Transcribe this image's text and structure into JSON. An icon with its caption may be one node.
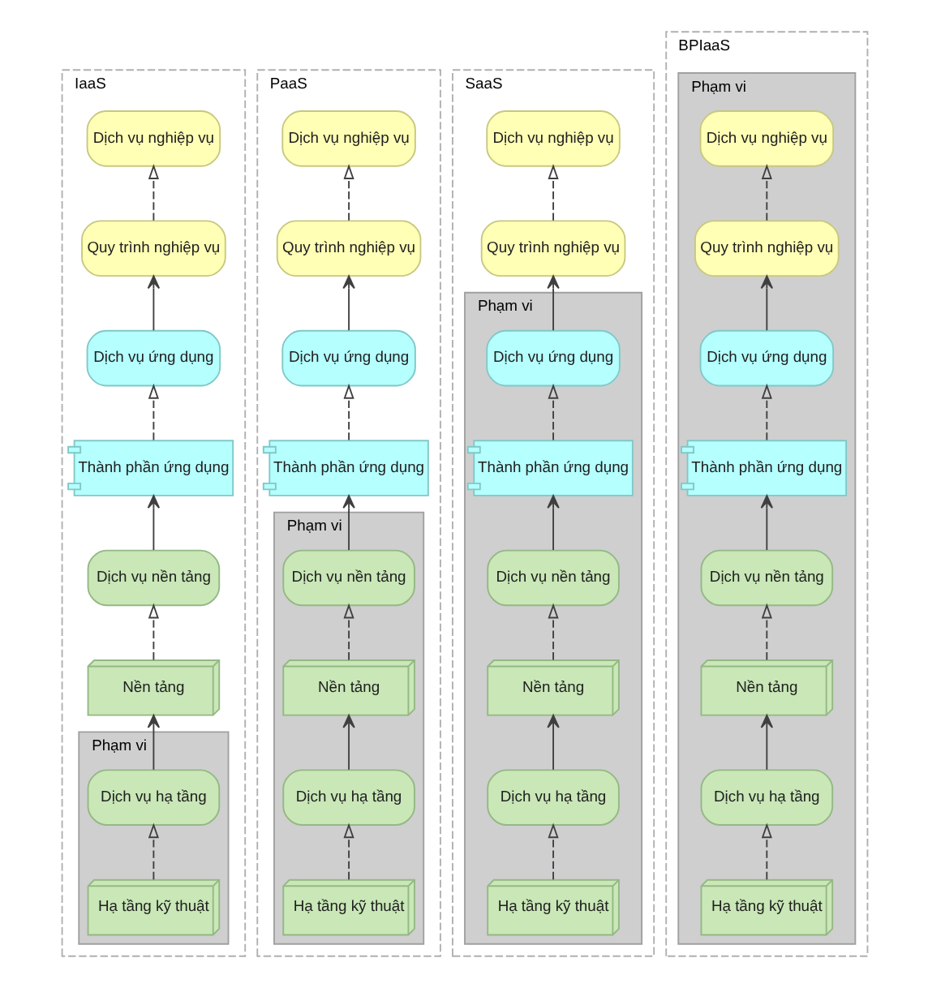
{
  "diagram": {
    "nodes": [
      {
        "text": [
          "IaaS"
        ]
      },
      {
        "text": [
          "Dịch vụ nghiệp vụ"
        ],
        "in": 0
      },
      {
        "text": [
          "Quy trình nghiệp vụ"
        ],
        "in": 0
      },
      {
        "text": [
          "Dịch vụ ứng dụng"
        ],
        "in": 0
      },
      {
        "text": [
          "Thành phần ứng dụng"
        ],
        "in": 0
      },
      {
        "text": [
          "Dịch vụ nền tảng"
        ],
        "in": 0
      },
      {
        "text": [
          "Nền tảng"
        ],
        "in": 0
      },
      {
        "text": [
          "Phạm vi"
        ],
        "in": 0
      },
      {
        "text": [
          "Dịch vụ hạ tầng"
        ],
        "in": 7
      },
      {
        "text": [
          "Hạ tầng kỹ thuật"
        ],
        "in": 7
      },
      {
        "text": [
          "PaaS"
        ]
      },
      {
        "text": [
          "Dịch vụ nghiệp vụ"
        ],
        "in": 10
      },
      {
        "text": [
          "Quy trình nghiệp vụ"
        ],
        "in": 10
      },
      {
        "text": [
          "Dịch vụ ứng dụng"
        ],
        "in": 10
      },
      {
        "text": [
          "Thành phần ứng dụng"
        ],
        "in": 10
      },
      {
        "text": [
          "Phạm vi"
        ],
        "in": 10
      },
      {
        "text": [
          "Dịch vụ nền tảng"
        ],
        "in": 15
      },
      {
        "text": [
          "Nền tảng"
        ],
        "in": 15
      },
      {
        "text": [
          "Dịch vụ hạ tầng"
        ],
        "in": 15
      },
      {
        "text": [
          "Hạ tầng kỹ thuật"
        ],
        "in": 15
      },
      {
        "text": [
          "SaaS"
        ]
      },
      {
        "text": [
          "Dịch vụ nghiệp vụ"
        ],
        "in": 20
      },
      {
        "text": [
          "Quy trình nghiệp vụ"
        ],
        "in": 20
      },
      {
        "text": [
          "Phạm vi"
        ],
        "in": 20
      },
      {
        "text": [
          "Dịch vụ ứng dụng"
        ],
        "in": 23
      },
      {
        "text": [
          "Thành phần ứng dụng"
        ],
        "in": 23
      },
      {
        "text": [
          "Dịch vụ nền tảng"
        ],
        "in": 23
      },
      {
        "text": [
          "Nền tảng"
        ],
        "in": 23
      },
      {
        "text": [
          "Dịch vụ hạ tầng"
        ],
        "in": 23
      },
      {
        "text": [
          "Hạ tầng kỹ thuật"
        ],
        "in": 23
      },
      {
        "text": [
          "BPIaaS"
        ]
      },
      {
        "text": [
          "Phạm vi"
        ],
        "in": 30
      },
      {
        "text": [
          "Dịch vụ nghiệp vụ"
        ],
        "in": 31
      },
      {
        "text": [
          "Quy trình nghiệp vụ"
        ],
        "in": 31
      },
      {
        "text": [
          "Dịch vụ ứng dụng"
        ],
        "in": 31
      },
      {
        "text": [
          "Thành phần ứng dụng"
        ],
        "in": 31
      },
      {
        "text": [
          "Dịch vụ nền tảng"
        ],
        "in": 31
      },
      {
        "text": [
          "Nền tảng"
        ],
        "in": 31
      },
      {
        "text": [
          "Dịch vụ hạ tầng"
        ],
        "in": 31
      },
      {
        "text": [
          "Hạ tầng kỹ thuật"
        ],
        "in": 31
      }
    ],
    "edges": [
      {
        "from": 2,
        "to": 1,
        "arrow": "to",
        "style": "dashed"
      },
      {
        "from": 3,
        "to": 2,
        "arrow": "to"
      },
      {
        "from": 4,
        "to": 3,
        "arrow": "to",
        "style": "dashed"
      },
      {
        "from": 5,
        "to": 4,
        "arrow": "to"
      },
      {
        "from": 6,
        "to": 5,
        "arrow": "to",
        "style": "dashed"
      },
      {
        "from": 8,
        "to": 6,
        "arrow": "to"
      },
      {
        "from": 9,
        "to": 8,
        "arrow": "to",
        "style": "dashed"
      },
      {
        "from": 12,
        "to": 11,
        "arrow": "to",
        "style": "dashed"
      },
      {
        "from": 13,
        "to": 12,
        "arrow": "to"
      },
      {
        "from": 14,
        "to": 13,
        "arrow": "to",
        "style": "dashed"
      },
      {
        "from": 16,
        "to": 14,
        "arrow": "to"
      },
      {
        "from": 17,
        "to": 16,
        "arrow": "to",
        "style": "dashed"
      },
      {
        "from": 18,
        "to": 17,
        "arrow": "to"
      },
      {
        "from": 19,
        "to": 18,
        "arrow": "to",
        "style": "dashed"
      },
      {
        "from": 22,
        "to": 21,
        "arrow": "to",
        "style": "dashed"
      },
      {
        "from": 24,
        "to": 22,
        "arrow": "to"
      },
      {
        "from": 25,
        "to": 24,
        "arrow": "to",
        "style": "dashed"
      },
      {
        "from": 26,
        "to": 25,
        "arrow": "to"
      },
      {
        "from": 27,
        "to": 26,
        "arrow": "to",
        "style": "dashed"
      },
      {
        "from": 28,
        "to": 27,
        "arrow": "to"
      },
      {
        "from": 29,
        "to": 28,
        "arrow": "to",
        "style": "dashed"
      },
      {
        "from": 33,
        "to": 32,
        "arrow": "to",
        "style": "dashed"
      },
      {
        "from": 34,
        "to": 33,
        "arrow": "to"
      },
      {
        "from": 35,
        "to": 34,
        "arrow": "to",
        "style": "dashed"
      },
      {
        "from": 36,
        "to": 35,
        "arrow": "to"
      },
      {
        "from": 37,
        "to": 36,
        "arrow": "to",
        "style": "dashed"
      },
      {
        "from": 38,
        "to": 37,
        "arrow": "to"
      },
      {
        "from": 39,
        "to": 38,
        "arrow": "to",
        "style": "dashed"
      }
    ]
  }
}
